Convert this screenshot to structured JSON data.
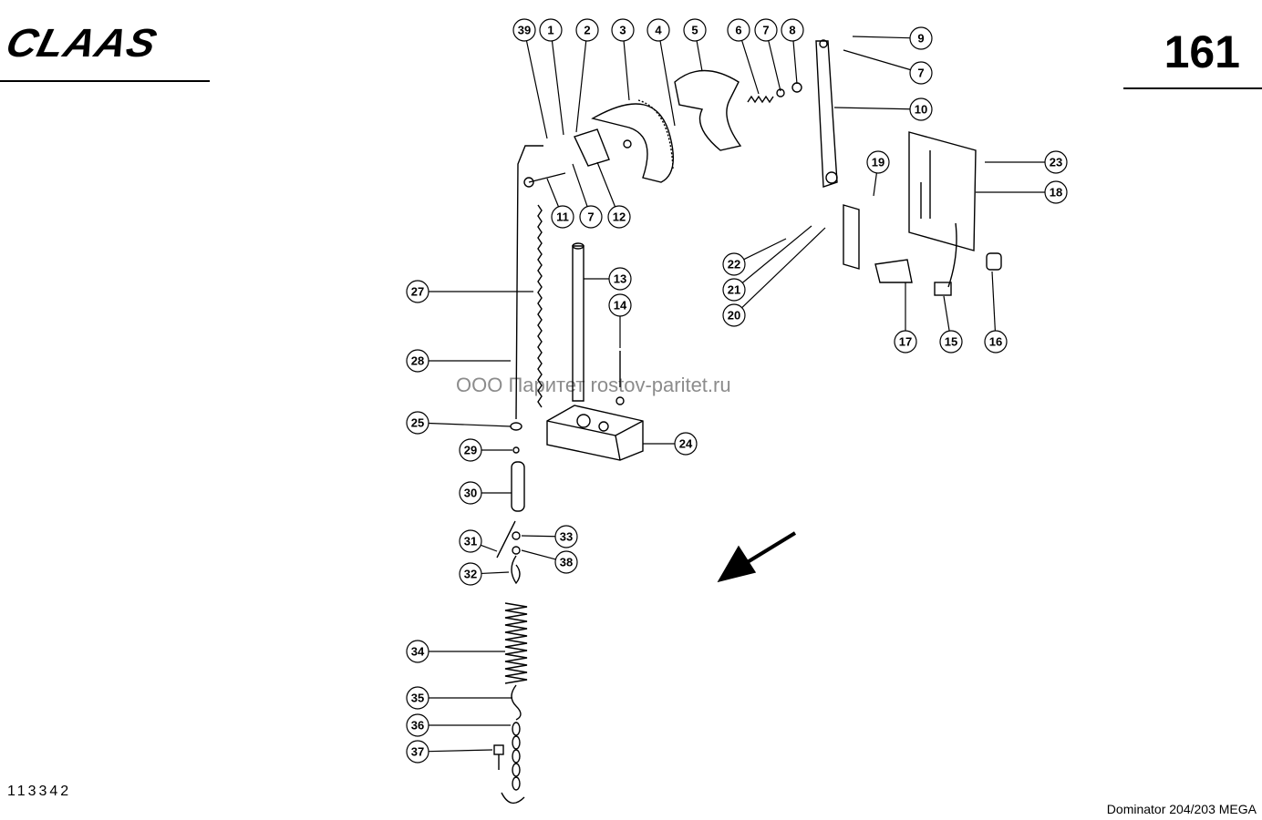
{
  "header": {
    "brand": "CLAAS",
    "page_number": "161"
  },
  "footer": {
    "drawing_number": "113342",
    "model": "Dominator 204/203 MEGA"
  },
  "watermark": "ООО Паритет  rostov-paritet.ru",
  "callouts": [
    "39",
    "1",
    "2",
    "3",
    "4",
    "5",
    "6",
    "7",
    "8",
    "9",
    "7",
    "10",
    "11",
    "7",
    "12",
    "13",
    "14",
    "19",
    "23",
    "18",
    "22",
    "21",
    "20",
    "17",
    "15",
    "16",
    "27",
    "28",
    "25",
    "29",
    "30",
    "31",
    "33",
    "32",
    "38",
    "34",
    "35",
    "36",
    "37",
    "24"
  ]
}
